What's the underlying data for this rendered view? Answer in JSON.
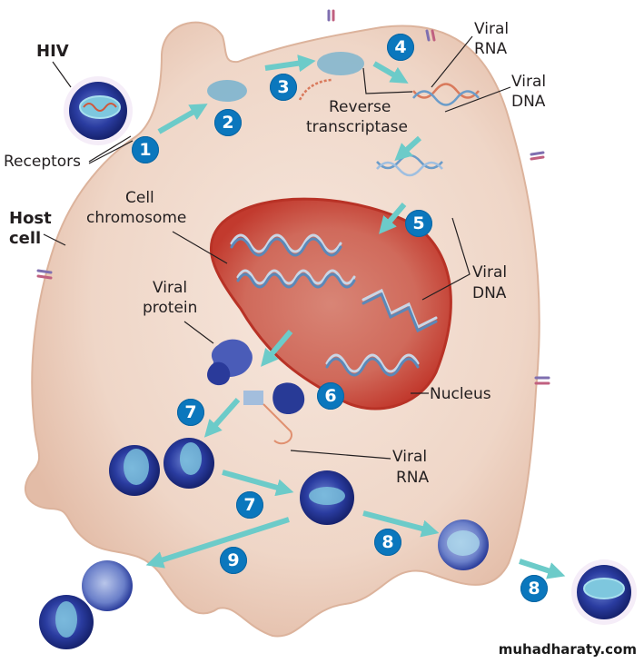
{
  "diagram": {
    "title": "HIV replication cycle",
    "colors": {
      "cell_body": "#efd9cc",
      "cell_edge": "#e2c0ad",
      "nucleus": "#c8463a",
      "nucleus_inner": "#d67668",
      "badge": "#0b77bd",
      "arrow": "#6ccbc9",
      "virus_core": "#1e2e8a",
      "virus_capsid": "#7ec7de",
      "viral_rna": "#d97a5c",
      "viral_dna": "#6b9cc9",
      "label_text": "#231f20"
    },
    "labels": {
      "hiv": "HIV",
      "receptors": "Receptors",
      "host_cell_1": "Host",
      "host_cell_2": "cell",
      "viral_rna_top_1": "Viral",
      "viral_rna_top_2": "RNA",
      "viral_dna_top_1": "Viral",
      "viral_dna_top_2": "DNA",
      "reverse_transcriptase_1": "Reverse",
      "reverse_transcriptase_2": "transcriptase",
      "cell_chromosome_1": "Cell",
      "cell_chromosome_2": "chromosome",
      "viral_dna_mid_1": "Viral",
      "viral_dna_mid_2": "DNA",
      "viral_protein_1": "Viral",
      "viral_protein_2": "protein",
      "nucleus": "Nucleus",
      "viral_rna_bottom_1": "Viral",
      "viral_rna_bottom_2": "RNA"
    },
    "steps": [
      "1",
      "2",
      "3",
      "4",
      "5",
      "6",
      "7",
      "7",
      "8",
      "8",
      "9"
    ],
    "watermark": "muhadharaty.com"
  }
}
